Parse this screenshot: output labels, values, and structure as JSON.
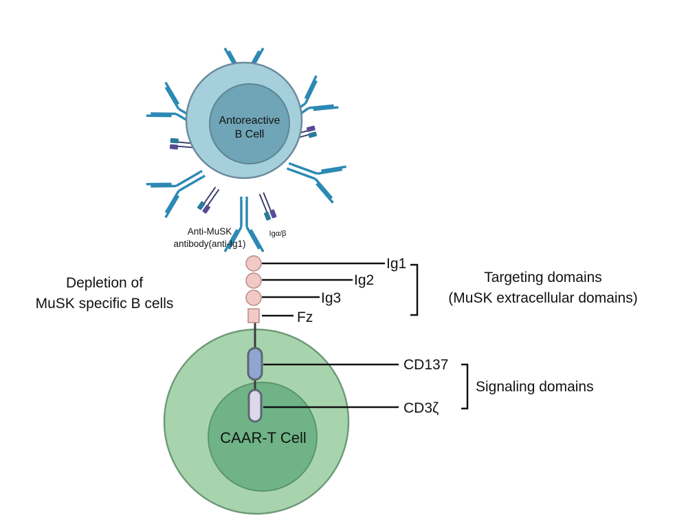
{
  "b_cell": {
    "label_line1": "Antoreactive",
    "label_line2": "B Cell"
  },
  "t_cell": {
    "label": "CAAR-T Cell"
  },
  "antibody_label": {
    "line1": "Anti-MuSK",
    "line2": "antibody(anti-Ig1)"
  },
  "ig_ab_label": "Igα/β",
  "depletion_label": {
    "line1": "Depletion of",
    "line2": "MuSK specific B cells"
  },
  "domains": {
    "ig1": "Ig1",
    "ig2": "Ig2",
    "ig3": "Ig3",
    "fz": "Fz",
    "cd137": "CD137",
    "cd3z": "CD3ζ"
  },
  "groups": {
    "targeting_line1": "Targeting domains",
    "targeting_line2": "(MuSK extracellular domains)",
    "signaling": "Signaling domains"
  },
  "colors": {
    "b_cell_outer": "#a5cfdb",
    "b_cell_inner": "#6fa5b6",
    "b_cell_stroke": "#6c8a9c",
    "antibody": "#2b89b3",
    "ig_purple": "#5a4a94",
    "ig_teal": "#2a7b9a",
    "t_cell_outer": "#a8d4ad",
    "t_cell_inner": "#6fb386",
    "ig_domain": "#f1c9c6",
    "cd137": "#8fa6d2",
    "cd3z": "#dcd8ec"
  }
}
